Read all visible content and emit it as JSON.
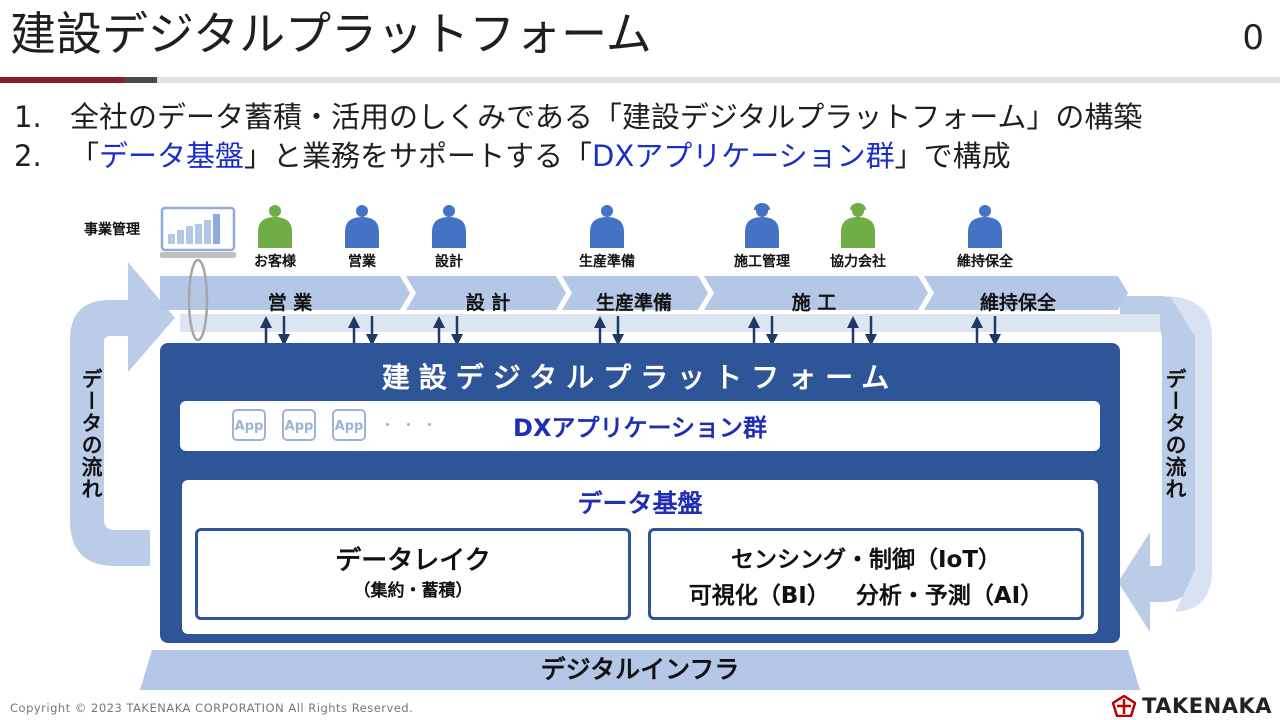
{
  "header": {
    "title": "建設デジタルプラットフォーム",
    "page_number": "0"
  },
  "points": [
    {
      "num": "1.",
      "text_before": "全社のデータ蓄積・活用のしくみである「建設デジタルプラットフォーム」の構築",
      "highlight1": "",
      "text_mid": "",
      "highlight2": "",
      "text_after": ""
    },
    {
      "num": "2.",
      "text_before": "「",
      "highlight1": "データ基盤",
      "text_mid": "」と業務をサポートする「",
      "highlight2": "DXアプリケーション群",
      "text_after": "」で構成"
    }
  ],
  "diagram": {
    "business_mgmt_label": "事業管理",
    "people": [
      {
        "label": "お客様",
        "color": "#70ad47",
        "helmet": false
      },
      {
        "label": "営業",
        "color": "#4472c4",
        "helmet": false
      },
      {
        "label": "設計",
        "color": "#4472c4",
        "helmet": false
      },
      {
        "label": "生産準備",
        "color": "#4472c4",
        "helmet": false
      },
      {
        "label": "施工管理",
        "color": "#4472c4",
        "helmet": true
      },
      {
        "label": "協力会社",
        "color": "#70ad47",
        "helmet": true
      },
      {
        "label": "維持保全",
        "color": "#4472c4",
        "helmet": false
      }
    ],
    "phases": [
      "営 業",
      "設 計",
      "生産準備",
      "施 工",
      "維持保全"
    ],
    "platform_title": "建設デジタルプラットフォーム",
    "app_label": "App",
    "app_dots": "・・・",
    "dx_apps_label": "DXアプリケーション群",
    "data_foundation_label": "データ基盤",
    "data_lake_title": "データレイク",
    "data_lake_sub": "（集約・蓄積）",
    "analytics_line1": "センシング・制御（IoT）",
    "analytics_line2": "可視化（BI） 分析・予測（AI）",
    "infra_label": "デジタルインフラ",
    "flow_left": "データの流れ",
    "flow_right": "データの流れ"
  },
  "footer": {
    "copyright": "Copyright © 2023 TAKENAKA CORPORATION All Rights Reserved.",
    "logo_text": "TAKENAKA"
  },
  "colors": {
    "platform_blue": "#2d5597",
    "highlight_blue": "#1a2ec8",
    "light_band": "#b4c7e7",
    "green_person": "#70ad47",
    "blue_person": "#4472c4",
    "logo_red": "#c00000"
  }
}
